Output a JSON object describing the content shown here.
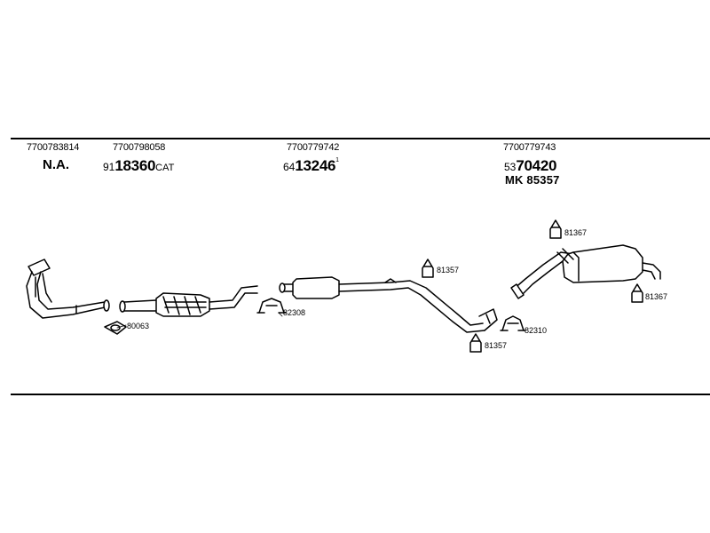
{
  "header": {
    "col1": {
      "oe": "7700783814",
      "code": "N.A."
    },
    "col2": {
      "oe": "7700798058",
      "prefix": "91",
      "number": "18360",
      "suffix": "CAT"
    },
    "col3": {
      "oe": "7700779742",
      "prefix": "64",
      "number": "13246",
      "sup": "1"
    },
    "col4": {
      "oe": "7700779743",
      "prefix": "53",
      "number": "70420",
      "mk": "MK  85357"
    }
  },
  "parts": {
    "gasket_label": "80063",
    "clamp1_label": "82308",
    "rubber1_label": "81357",
    "rubber2_label": "81357",
    "clamp2_label": "82310",
    "rubber3_label": "81367",
    "rubber4_label": "81367"
  }
}
